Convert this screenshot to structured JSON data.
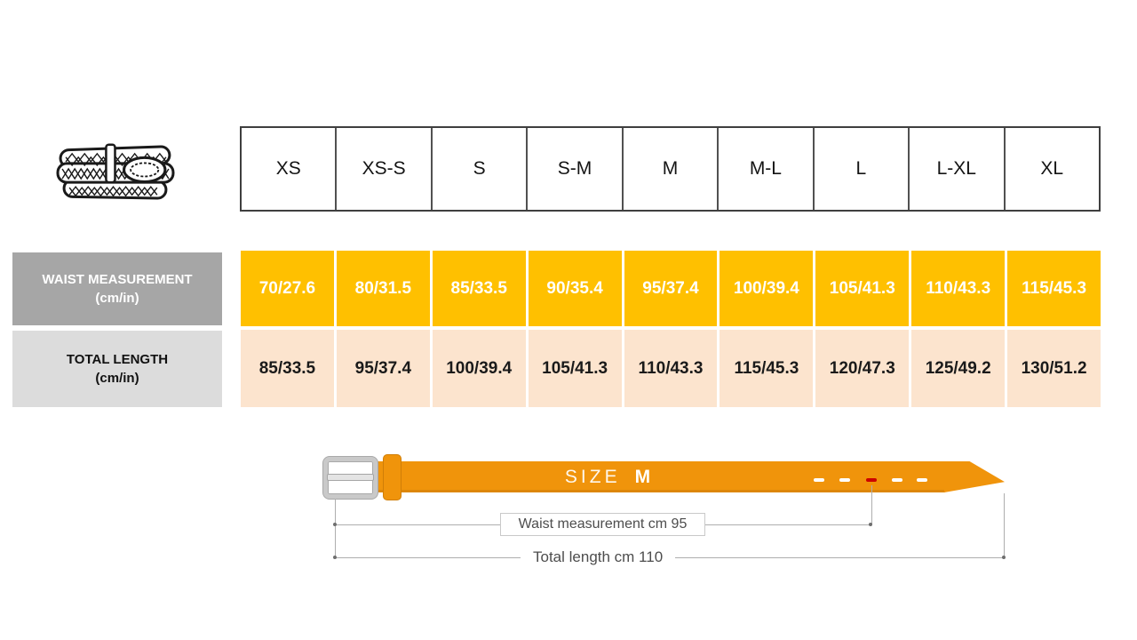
{
  "size_header": {
    "sizes": [
      "XS",
      "XS-S",
      "S",
      "S-M",
      "M",
      "M-L",
      "L",
      "L-XL",
      "XL"
    ]
  },
  "table": {
    "rows": [
      {
        "label": "WAIST MEASUREMENT",
        "unit": "(cm/in)",
        "values": [
          "70/27.6",
          "80/31.5",
          "85/33.5",
          "90/35.4",
          "95/37.4",
          "100/39.4",
          "105/41.3",
          "110/43.3",
          "115/45.3"
        ]
      },
      {
        "label": "TOTAL LENGTH",
        "unit": "(cm/in)",
        "values": [
          "85/33.5",
          "95/37.4",
          "100/39.4",
          "105/41.3",
          "110/43.3",
          "115/45.3",
          "120/47.3",
          "125/49.2",
          "130/51.2"
        ]
      }
    ]
  },
  "diagram": {
    "size_label": "SIZE",
    "size_value": "M",
    "waist_annotation": "Waist measurement cm 95",
    "length_annotation": "Total length cm 110"
  },
  "icons": {
    "belt_icon": "braided-belt-illustration"
  },
  "colors": {
    "gold_row": "#ffc000",
    "peach_row": "#fce4ce",
    "waist_label_bg": "#a6a6a6",
    "length_label_bg": "#dcdcdc",
    "belt_orange": "#f0940b",
    "hole_red": "#cc0000"
  }
}
